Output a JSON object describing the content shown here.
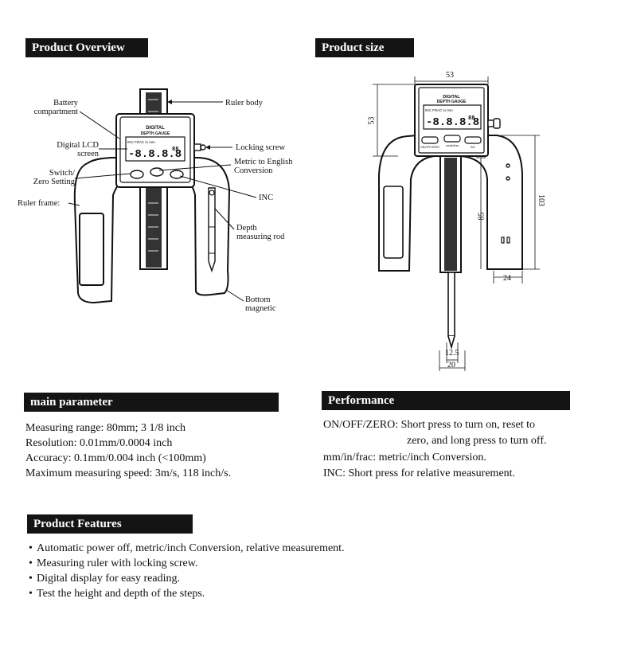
{
  "sections": {
    "overview": "Product Overview",
    "size": "Product size",
    "main_parameter": "main parameter",
    "performance": "Performance",
    "features": "Product Features"
  },
  "overview_labels": {
    "battery": [
      "Battery",
      "compartment"
    ],
    "lcd": [
      "Digital LCD",
      "screen"
    ],
    "switch": [
      "Switch/",
      "Zero Setting"
    ],
    "frame": "Ruler frame:",
    "ruler_body": "Ruler body",
    "locking_screw": "Locking screw",
    "metric": [
      "Metric to English",
      "Conversion"
    ],
    "inc": "INC",
    "depth_rod": [
      "Depth",
      "measuring rod"
    ],
    "bottom": [
      "Bottom",
      "magnetic"
    ]
  },
  "device_text": {
    "title_line1": "DIGITAL",
    "title_line2": "DEPTH GAUGE",
    "indicators": "INC  FRAC   in  mm",
    "digits": "-8.8.8.8",
    "small_digits": "88",
    "btn_left": "ON/OFF/ZERO",
    "btn_mid": "mm/in/frac",
    "btn_right": "INC"
  },
  "dimensions": {
    "top_width": "53",
    "left_height": "53",
    "right_height": "103",
    "inner_height": "85",
    "foot_width": "24",
    "rod_width": "12.5",
    "rod_outer": "20"
  },
  "main_parameter": [
    "Measuring range: 80mm; 3 1/8 inch",
    "Resolution: 0.01mm/0.0004 inch",
    "Accuracy: 0.1mm/0.004 inch (<100mm)",
    "Maximum measuring speed: 3m/s, 118 inch/s."
  ],
  "performance": [
    "ON/OFF/ZERO: Short press to turn on, reset to",
    "zero, and long press to turn off.",
    "mm/in/frac: metric/inch Conversion.",
    "INC: Short press for relative measurement."
  ],
  "features": [
    "Automatic power off, metric/inch Conversion, relative measurement.",
    "Measuring ruler with locking screw.",
    "Digital display for easy reading.",
    "Test the height and depth of the steps."
  ],
  "colors": {
    "header_bg": "#141414",
    "header_text": "#ffffff",
    "line": "#111111"
  },
  "icons": {
    "bullet": "bullet-dot"
  }
}
